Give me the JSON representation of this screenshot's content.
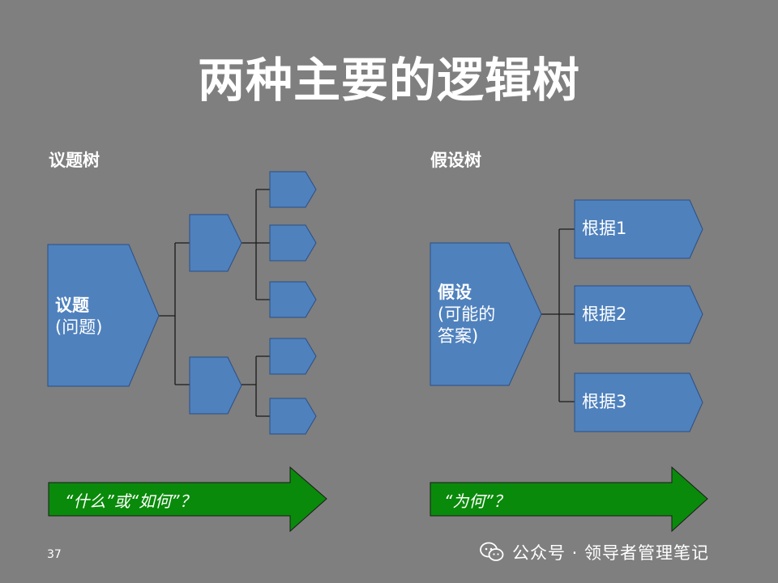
{
  "title": "两种主要的逻辑树",
  "issue_tree": {
    "label": "议题树",
    "root_title": "议题",
    "root_sub": "(问题)",
    "question": "“什么”或“如何”？"
  },
  "hypothesis_tree": {
    "label": "假设树",
    "root_title": "假设",
    "root_sub_line1": "(可能的",
    "root_sub_line2": "答案)",
    "children": [
      "根据1",
      "根据2",
      "根据3"
    ],
    "question": "“为何”？"
  },
  "page_number": "37",
  "watermark": "公众号 · 领导者管理笔记",
  "colors": {
    "background": "#7f7f7f",
    "node_fill": "#4f81bd",
    "node_stroke": "#2a4f86",
    "arrow_fill": "#0a8a0a",
    "connector": "#1a1a1a"
  }
}
